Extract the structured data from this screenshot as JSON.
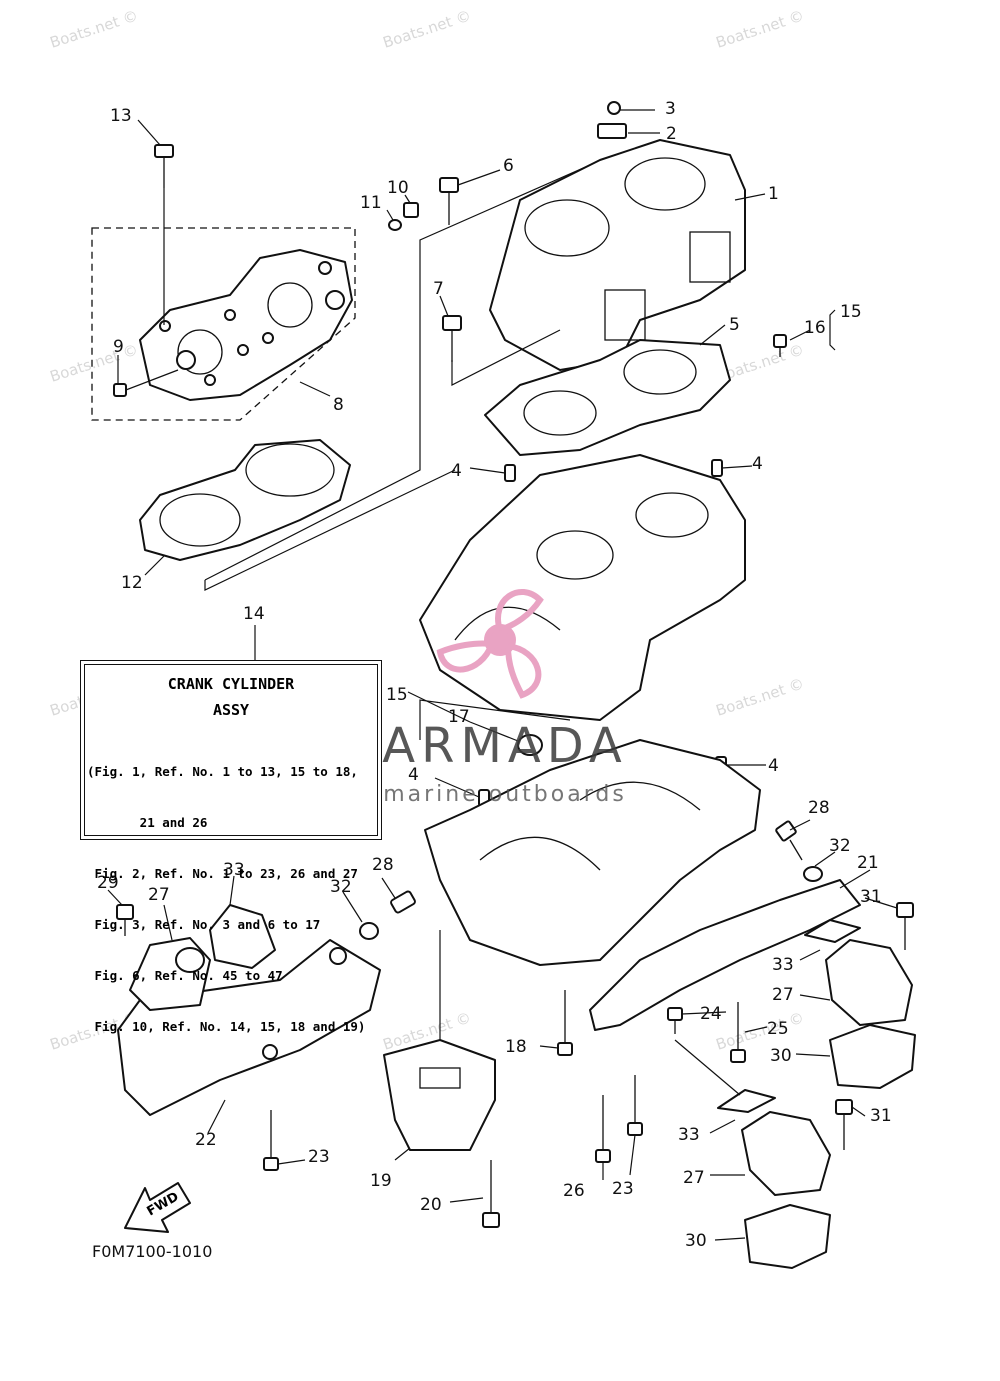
{
  "watermark_text": "Boats.net ©",
  "figure_code": "F0M7100-1010",
  "reference_box": {
    "title_line1": "CRANK CYLINDER",
    "title_line2": "ASSY",
    "lines": [
      "(Fig. 1, Ref. No. 1 to 13, 15 to 18,",
      "       21 and 26",
      " Fig. 2, Ref. No. 1 to 23, 26 and 27",
      " Fig. 3, Ref. No. 3 and 6 to 17",
      " Fig. 6, Ref. No. 45 to 47",
      " Fig. 10, Ref. No. 14, 15, 18 and 19)"
    ]
  },
  "brand": {
    "name": "ARMADA",
    "tagline": "marine outboards",
    "color": "#e9a3c3"
  },
  "fwd_label": "FWD",
  "callouts": {
    "c1": "1",
    "c2": "2",
    "c3": "3",
    "c4a": "4",
    "c4b": "4",
    "c4c": "4",
    "c4d": "4",
    "c5": "5",
    "c6": "6",
    "c7": "7",
    "c8": "8",
    "c9": "9",
    "c10": "10",
    "c11": "11",
    "c12": "12",
    "c13": "13",
    "c14": "14",
    "c15a": "15",
    "c15b": "15",
    "c16": "16",
    "c17": "17",
    "c18": "18",
    "c19": "19",
    "c20": "20",
    "c21": "21",
    "c22": "22",
    "c23a": "23",
    "c23b": "23",
    "c24": "24",
    "c25": "25",
    "c26": "26",
    "c27a": "27",
    "c27b": "27",
    "c27c": "27",
    "c28a": "28",
    "c28b": "28",
    "c29": "29",
    "c30a": "30",
    "c30b": "30",
    "c31a": "31",
    "c31b": "31",
    "c32a": "32",
    "c32b": "32",
    "c33a": "33",
    "c33b": "33",
    "c33c": "33"
  }
}
